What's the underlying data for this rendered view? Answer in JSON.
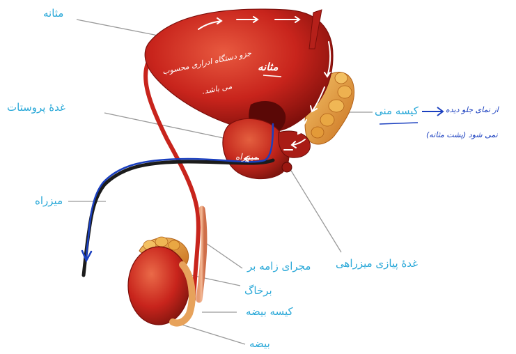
{
  "labels": {
    "bladder": "مثانه",
    "prostate": "غدهٔ پروستات",
    "urethra": "میزراه",
    "seminal_vesicle": "کیسه منی",
    "bulbourethral": "غدهٔ پیازی میزراهی",
    "vas_deferens": "مجرای زامه بر",
    "epididymis": "برخاگ",
    "scrotum": "کیسه بیضه",
    "testis": "بیضه"
  },
  "annotations": {
    "bladder_note_title": "مثانه",
    "bladder_note_line1": "جزو دستگاه ادراری محسوب",
    "bladder_note_line2": "می باشد.",
    "urethra_note": "میزراه",
    "vesicle_note_line1": "از نمای جلو دیده",
    "vesicle_note_line2": "نمی شود (پشت مثانه)"
  },
  "colors": {
    "label": "#29a8d8",
    "leader": "#9a9a9a",
    "organ": "#c8241c",
    "organ_dark": "#7a0e0a",
    "organ_light": "#e8593f",
    "yellow": "#e8a43a",
    "pen_blue": "#1a3fbf",
    "pen_white": "#ffffff"
  }
}
